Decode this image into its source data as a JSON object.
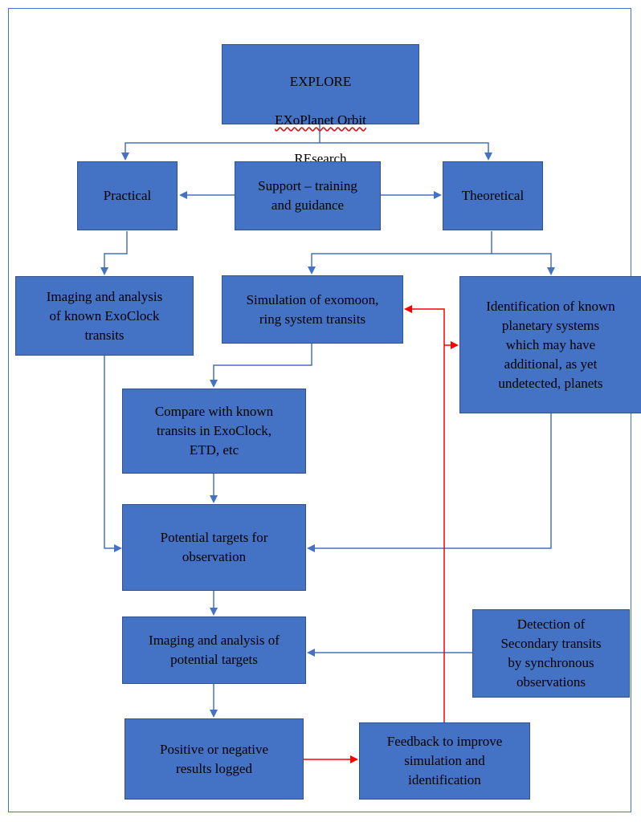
{
  "title_box": {
    "line1": "EXPLORE",
    "line2": "EXoPlanet Orbit",
    "line3": "REsearch"
  },
  "nodes": {
    "practical": "Practical",
    "support": "Support – training\nand guidance",
    "theoretical": "Theoretical",
    "imaging_known": "Imaging and analysis\nof known ExoClock\ntransits",
    "simulation": "Simulation of exomoon,\nring system transits",
    "identification": "Identification of known\nplanetary systems\nwhich may have\nadditional, as yet\nundetected, planets",
    "compare": "Compare with known\ntransits in ExoClock,\nETD, etc",
    "potential_targets": "Potential targets for\nobservation",
    "imaging_potential": "Imaging and analysis of\npotential targets",
    "detection": "Detection of\nSecondary transits\nby synchronous\nobservations",
    "results": "Positive or negative\nresults logged",
    "feedback": "Feedback to improve\nsimulation and\nidentification"
  },
  "colors": {
    "box_fill": "#4472C4",
    "connector": "#4472C4",
    "feedback_arrow": "#FF0000"
  }
}
